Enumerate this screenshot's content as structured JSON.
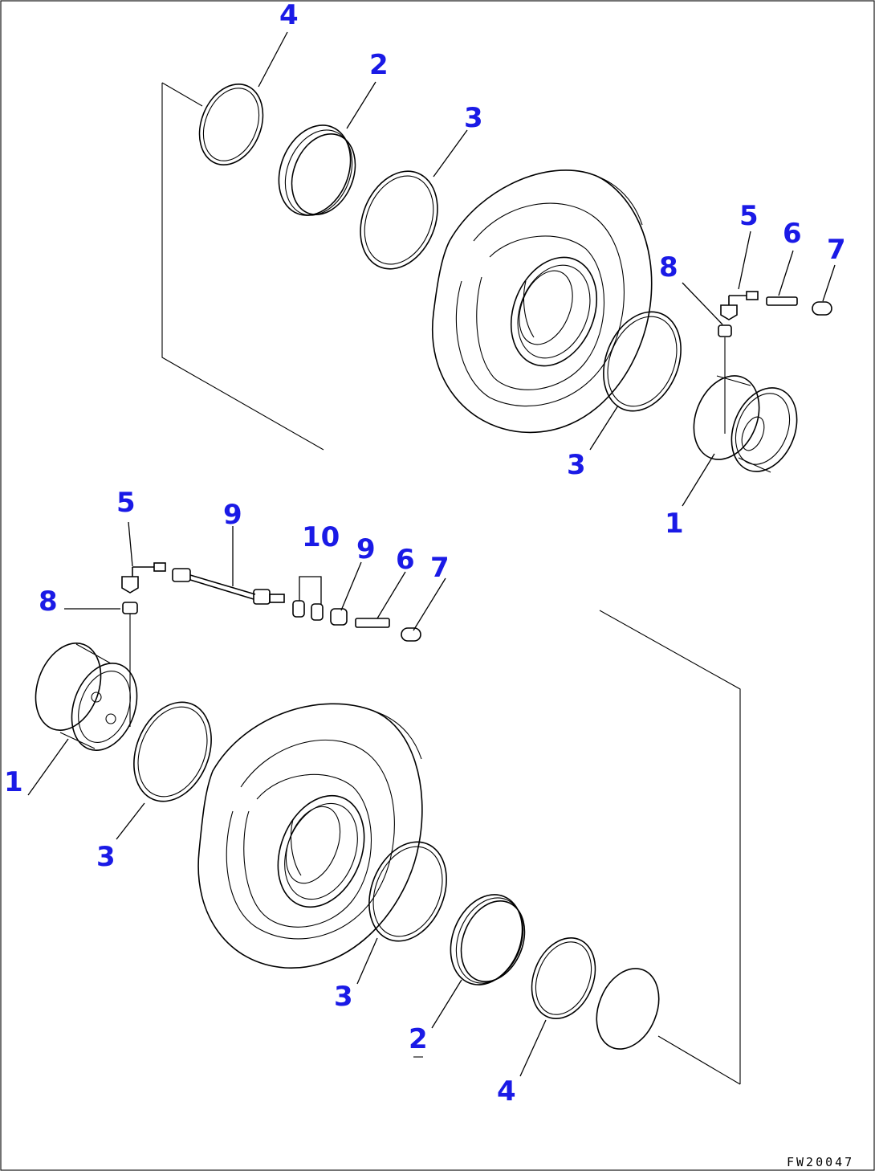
{
  "figure_code": "FW20047",
  "callouts": {
    "c1": "4",
    "c2": "2",
    "c3": "3",
    "c4": "8",
    "c5": "5",
    "c6": "6",
    "c7": "7",
    "c8": "3",
    "c9": "1",
    "c10": "5",
    "c11": "9",
    "c12": "10",
    "c13": "9",
    "c14": "6",
    "c15": "7",
    "c16": "8",
    "c17": "1",
    "c18": "3",
    "c19": "3",
    "c20": "2",
    "c21": "4"
  },
  "colors": {
    "callout": "#1a1ae6",
    "line": "#000000",
    "background": "#ffffff"
  }
}
